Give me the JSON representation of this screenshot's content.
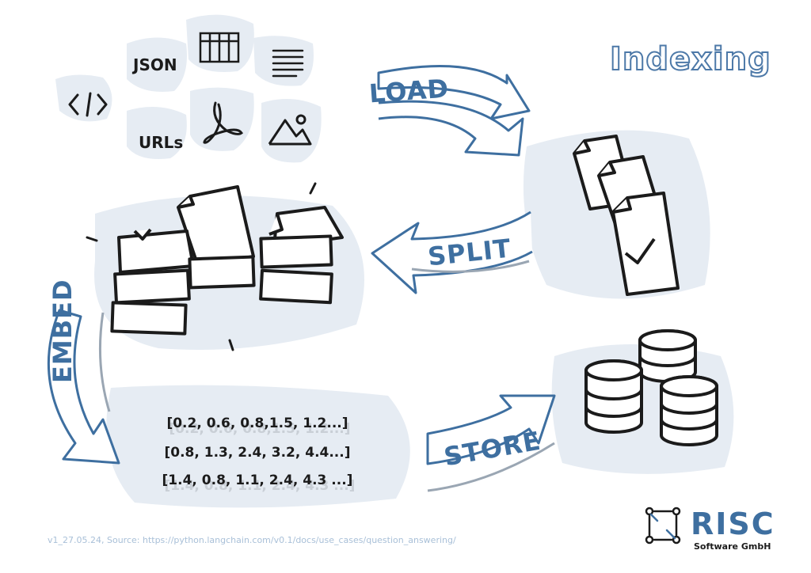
{
  "title": "Indexing",
  "sources": {
    "json_label": "JSON",
    "urls_label": "URLs",
    "icons": [
      "code-icon",
      "table-icon",
      "text-lines-icon",
      "pdf-icon",
      "image-icon"
    ]
  },
  "steps": {
    "load": "LOAD",
    "split": "SPLIT",
    "embed": "EMBED",
    "store": "STORE"
  },
  "vectors": [
    "[0.2, 0.6, 0.8,1.5, 1.2...]",
    "[0.8, 1.3, 2.4, 3.2, 4.4...]",
    "[1.4, 0.8, 1.1, 2.4, 4.3 ...]"
  ],
  "footer": "v1_27.05.24, Source: https://python.langchain.com/v0.1/docs/use_cases/question_answering/",
  "brand": {
    "name": "RISC",
    "subtitle": "Software GmbH"
  },
  "colors": {
    "accent": "#3e6fa0",
    "blob": "#e3eaf2",
    "ink": "#1b1b1b",
    "footer": "#a9c0d8"
  }
}
